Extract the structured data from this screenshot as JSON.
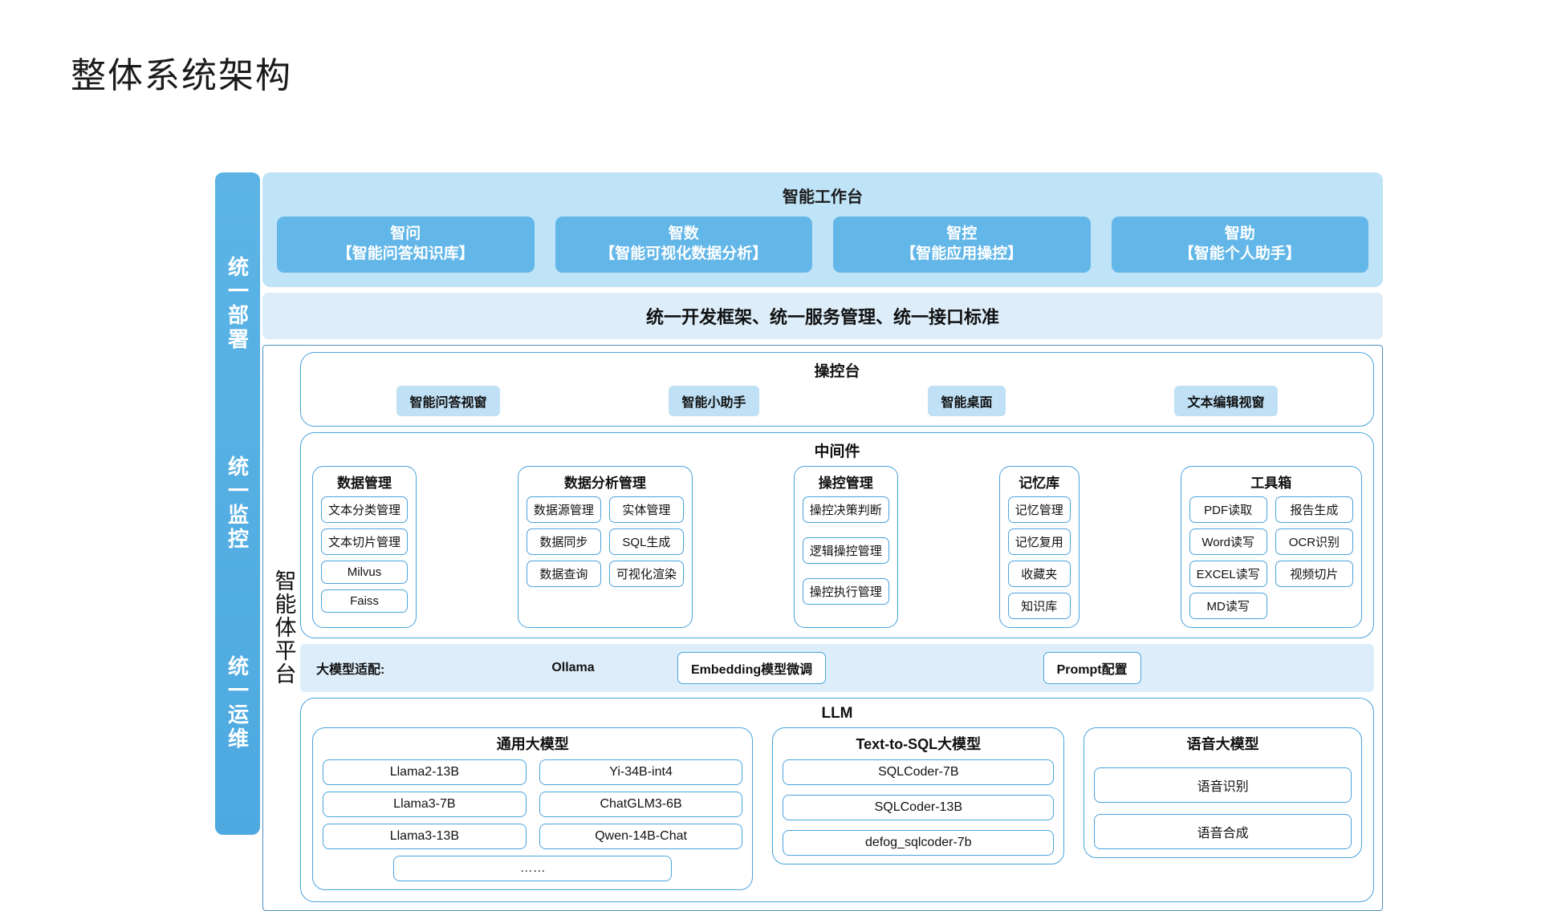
{
  "page_title": "整体系统架构",
  "colors": {
    "rail": "#5cb4e6",
    "workbench_bg": "#bfe3f7",
    "card": "#63b7e8",
    "band": "#ddeefa",
    "border": "#4aa3dd"
  },
  "left_rail": {
    "items": [
      "统一部署",
      "统一监控",
      "统一运维"
    ]
  },
  "platform": {
    "label": "智能体平台"
  },
  "workbench": {
    "title": "智能工作台",
    "cards": [
      {
        "name": "智问",
        "sub": "【智能问答知识库】"
      },
      {
        "name": "智数",
        "sub": "【智能可视化数据分析】"
      },
      {
        "name": "智控",
        "sub": "【智能应用操控】"
      },
      {
        "name": "智助",
        "sub": "【智能个人助手】"
      }
    ]
  },
  "unified_band": "统一开发框架、统一服务管理、统一接口标准",
  "console": {
    "title": "操控台",
    "items": [
      "智能问答视窗",
      "智能小助手",
      "智能桌面",
      "文本编辑视窗"
    ]
  },
  "middleware": {
    "title": "中间件",
    "columns": [
      {
        "title": "数据管理",
        "layout": "col",
        "items": [
          "文本分类管理",
          "文本切片管理",
          "Milvus",
          "Faiss"
        ]
      },
      {
        "title": "数据分析管理",
        "layout": "grid2",
        "items": [
          "数据源管理",
          "实体管理",
          "数据同步",
          "SQL生成",
          "数据查询",
          "可视化渲染"
        ]
      },
      {
        "title": "操控管理",
        "layout": "col",
        "items": [
          "操控决策判断",
          "逻辑操控管理",
          "操控执行管理"
        ]
      },
      {
        "title": "记忆库",
        "layout": "col",
        "items": [
          "记忆管理",
          "记忆复用",
          "收藏夹",
          "知识库"
        ]
      },
      {
        "title": "工具箱",
        "layout": "grid2",
        "items": [
          "PDF读取",
          "报告生成",
          "Word读写",
          "OCR识别",
          "EXCEL读写",
          "视频切片",
          "MD读写"
        ]
      }
    ]
  },
  "adapter": {
    "label": "大模型适配:",
    "plain": "Ollama",
    "chips": [
      "Embedding模型微调",
      "Prompt配置"
    ]
  },
  "llm": {
    "title": "LLM",
    "columns": [
      {
        "title": "通用大模型",
        "layout": "grid2",
        "items": [
          "Llama2-13B",
          "Yi-34B-int4",
          "Llama3-7B",
          "ChatGLM3-6B",
          "Llama3-13B",
          "Qwen-14B-Chat"
        ],
        "ellipsis": "……"
      },
      {
        "title": "Text-to-SQL大模型",
        "layout": "col",
        "items": [
          "SQLCoder-7B",
          "SQLCoder-13B",
          "defog_sqlcoder-7b"
        ]
      },
      {
        "title": "语音大模型",
        "layout": "col",
        "items": [
          "语音识别",
          "语音合成"
        ]
      }
    ]
  }
}
